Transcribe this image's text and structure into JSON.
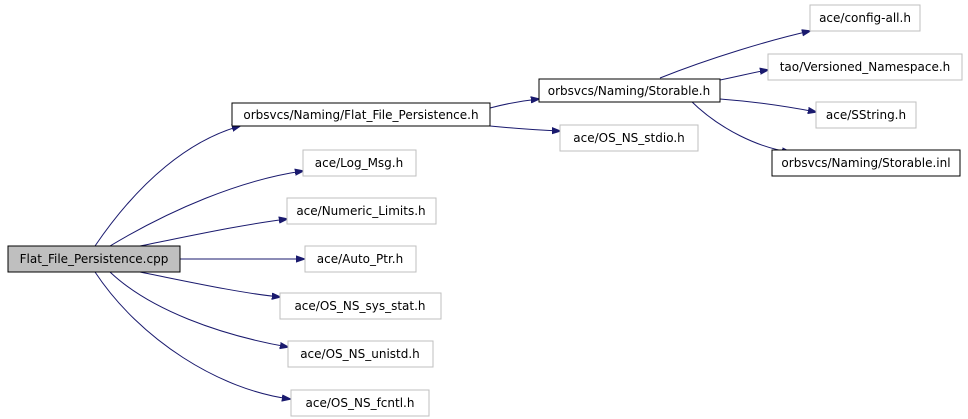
{
  "diagram": {
    "nodes": {
      "root": "Flat_File_Persistence.cpp",
      "flat_h": "orbsvcs/Naming/Flat_File_Persistence.h",
      "log_msg": "ace/Log_Msg.h",
      "numeric_limits": "ace/Numeric_Limits.h",
      "auto_ptr": "ace/Auto_Ptr.h",
      "sys_stat": "ace/OS_NS_sys_stat.h",
      "unistd": "ace/OS_NS_unistd.h",
      "fcntl": "ace/OS_NS_fcntl.h",
      "storable_h": "orbsvcs/Naming/Storable.h",
      "stdio": "ace/OS_NS_stdio.h",
      "config_all": "ace/config-all.h",
      "versioned_ns": "tao/Versioned_Namespace.h",
      "sstring": "ace/SString.h",
      "storable_inl": "orbsvcs/Naming/Storable.inl"
    },
    "edges": [
      [
        "root",
        "flat_h"
      ],
      [
        "root",
        "log_msg"
      ],
      [
        "root",
        "numeric_limits"
      ],
      [
        "root",
        "auto_ptr"
      ],
      [
        "root",
        "sys_stat"
      ],
      [
        "root",
        "unistd"
      ],
      [
        "root",
        "fcntl"
      ],
      [
        "flat_h",
        "storable_h"
      ],
      [
        "flat_h",
        "stdio"
      ],
      [
        "storable_h",
        "config_all"
      ],
      [
        "storable_h",
        "versioned_ns"
      ],
      [
        "storable_h",
        "sstring"
      ],
      [
        "storable_h",
        "storable_inl"
      ]
    ],
    "colors": {
      "edge": "#1a1a6e",
      "root_fill": "#bfbfbf",
      "root_stroke": "#000000",
      "documented_stroke": "#000000",
      "external_stroke": "#bfbfbf",
      "node_fill": "#ffffff"
    }
  }
}
